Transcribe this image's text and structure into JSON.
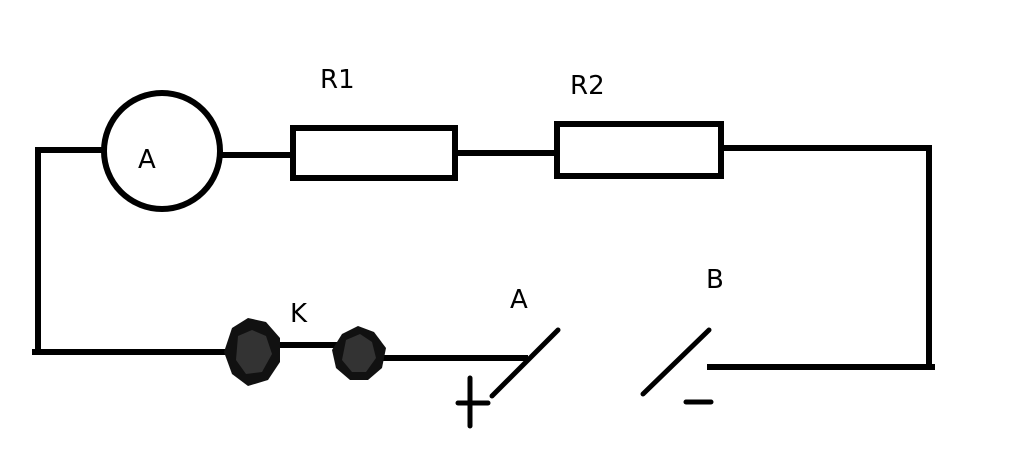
{
  "labels": {
    "ammeter": "A",
    "r1": "R1",
    "r2": "R2",
    "switch": "K",
    "terminal_a": "A",
    "terminal_b": "B",
    "plus": "+",
    "minus": "−"
  },
  "colors": {
    "ink": "#000000",
    "background": "#ffffff",
    "contact": "#222222"
  }
}
